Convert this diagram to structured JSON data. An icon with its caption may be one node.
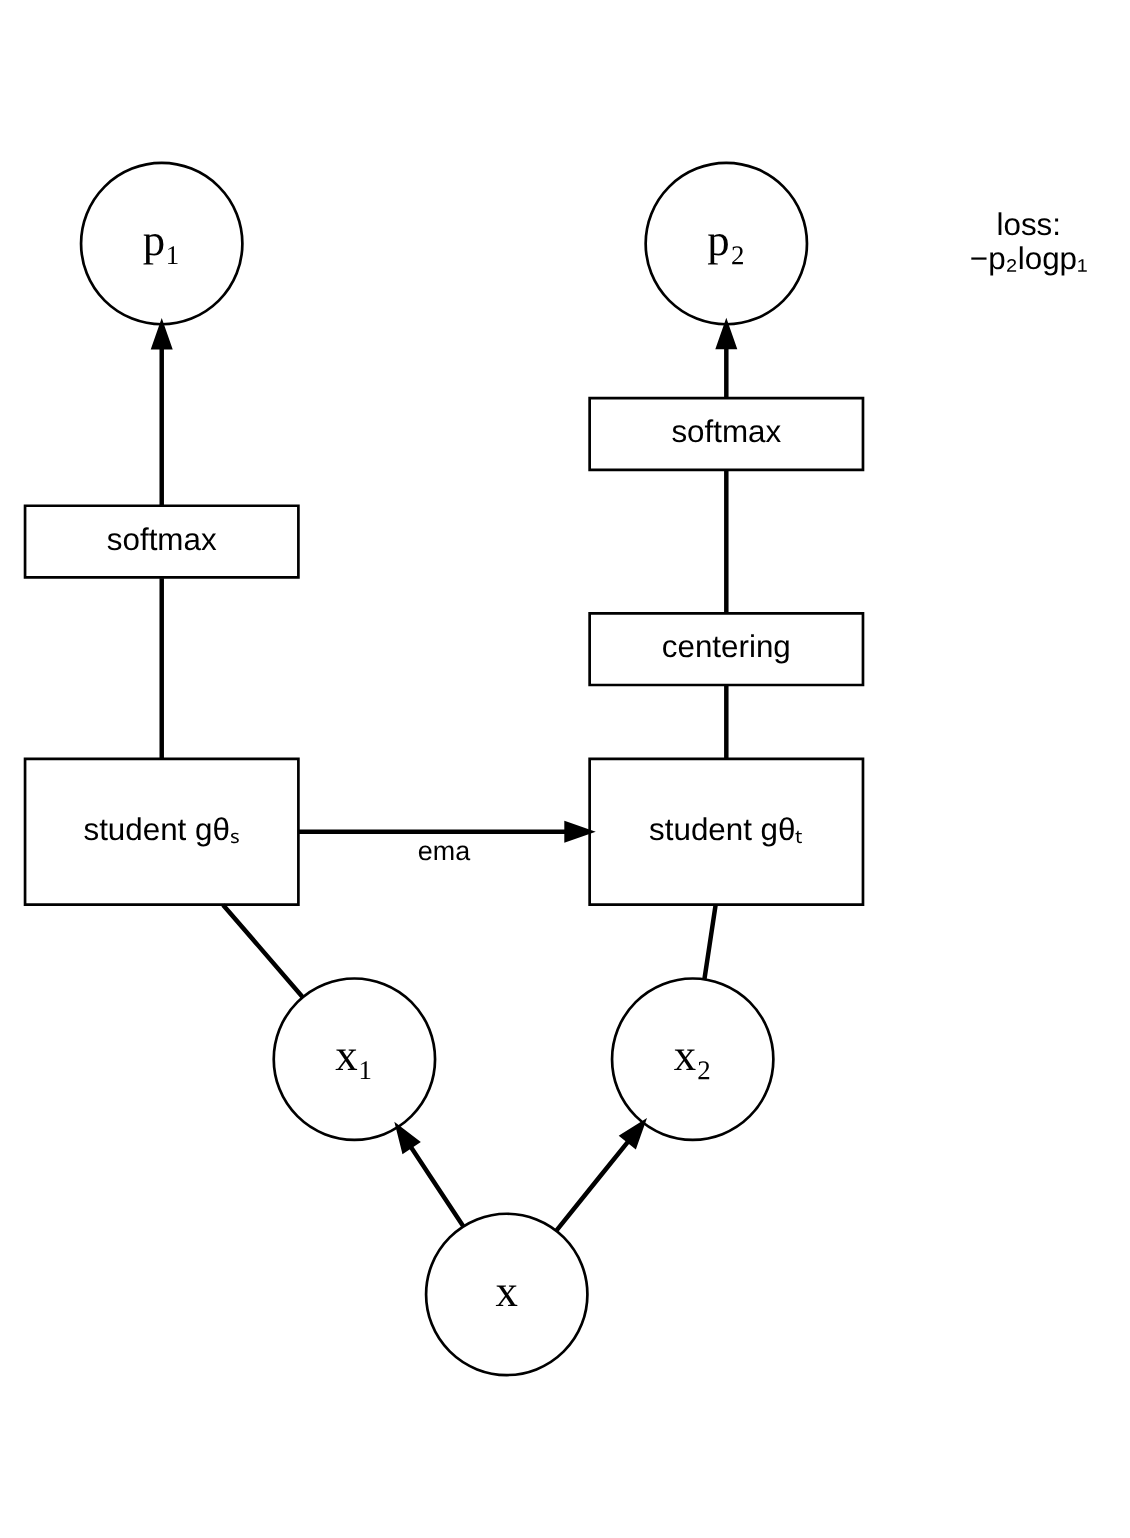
{
  "diagram": {
    "nodes": [
      {
        "text": [
          "p₁"
        ]
      },
      {
        "text": [
          "p₂"
        ]
      },
      {
        "text": [
          "softmax"
        ]
      },
      {
        "text": [
          "softmax"
        ]
      },
      {
        "text": [
          "centering"
        ]
      },
      {
        "text": [
          "student gθₛ"
        ]
      },
      {
        "text": [
          "student gθₜ"
        ]
      },
      {
        "text": [
          "x₁"
        ]
      },
      {
        "text": [
          "x₂"
        ]
      },
      {
        "text": [
          "x"
        ]
      }
    ],
    "edges": [
      {
        "from": 9,
        "to": 7,
        "arrow": "to"
      },
      {
        "from": 9,
        "to": 8,
        "arrow": "to"
      },
      {
        "from": 7,
        "to": 5,
        "arrow": "none"
      },
      {
        "from": 8,
        "to": 6,
        "arrow": "none"
      },
      {
        "from": 5,
        "to": 2,
        "arrow": "none"
      },
      {
        "from": 2,
        "to": 0,
        "arrow": "to"
      },
      {
        "from": 6,
        "to": 4,
        "arrow": "none"
      },
      {
        "from": 4,
        "to": 3,
        "arrow": "none"
      },
      {
        "from": 3,
        "to": 1,
        "arrow": "to"
      },
      {
        "from": 5,
        "to": 6,
        "arrow": "to",
        "label": "ema"
      }
    ],
    "labels": [
      "loss: −p₂logp₁"
    ]
  }
}
